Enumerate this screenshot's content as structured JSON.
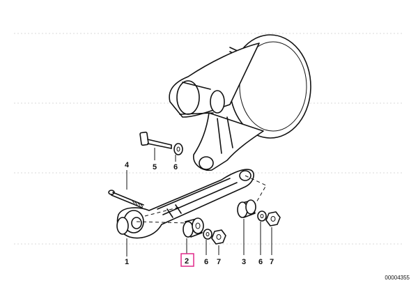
{
  "callouts": [
    {
      "id": "1",
      "label": "1"
    },
    {
      "id": "2",
      "label": "2",
      "highlighted": true
    },
    {
      "id": "3",
      "label": "3"
    },
    {
      "id": "4",
      "label": "4"
    },
    {
      "id": "5",
      "label": "5"
    },
    {
      "id": "6a",
      "label": "6"
    },
    {
      "id": "6b",
      "label": "6"
    },
    {
      "id": "6c",
      "label": "6"
    },
    {
      "id": "7a",
      "label": "7"
    },
    {
      "id": "7b",
      "label": "7"
    }
  ],
  "reference_number": "00004355",
  "colors": {
    "highlight": "#e0288a",
    "line": "#111111",
    "background": "#ffffff"
  }
}
